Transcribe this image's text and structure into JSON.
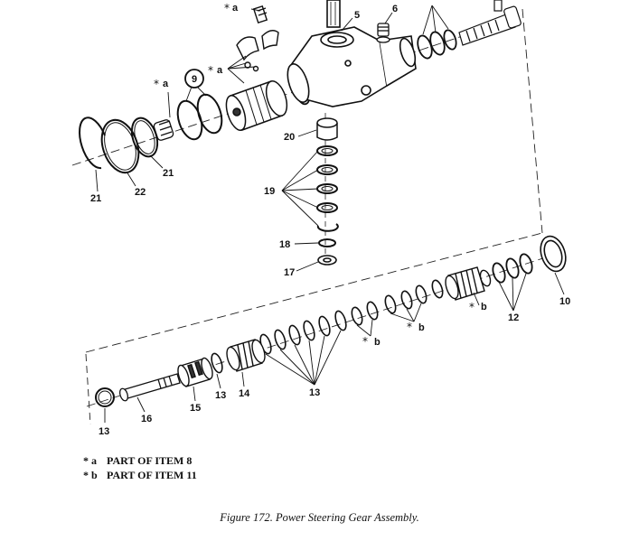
{
  "figure": {
    "caption": "Figure 172.  Power Steering Gear Assembly."
  },
  "legend": [
    {
      "marker": "* a",
      "text": "PART OF ITEM 8"
    },
    {
      "marker": "* b",
      "text": "PART OF ITEM 11"
    }
  ],
  "callouts": {
    "top_a": "a",
    "a_group": "a",
    "a_left": "a",
    "n5": "5",
    "n6": "6",
    "n9": "9",
    "n20": "20",
    "n19": "19",
    "n18": "18",
    "n17": "17",
    "n21a": "21",
    "n21b": "21",
    "n22": "22",
    "n10": "10",
    "n12": "12",
    "b1": "b",
    "b2": "b",
    "b3": "b",
    "n13a": "13",
    "n13b": "13",
    "n13c": "13",
    "n14": "14",
    "n15": "15",
    "n16": "16"
  }
}
